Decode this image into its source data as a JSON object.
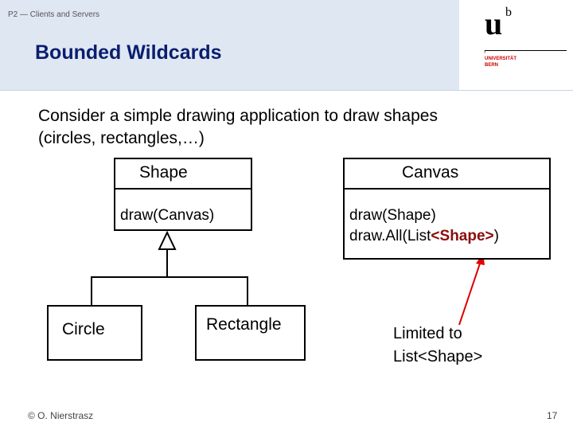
{
  "header": {
    "course": "P2 — Clients and Servers",
    "title": "Bounded Wildcards"
  },
  "logo": {
    "letter_u": "u",
    "letter_b": "b",
    "line1": "UNIVERSITÄT",
    "line2": "BERN"
  },
  "intro": {
    "line1": "Consider a simple drawing application to draw shapes",
    "line2": "(circles, rectangles,…)"
  },
  "diagram": {
    "shape": {
      "name": "Shape",
      "method": "draw(Canvas)"
    },
    "canvas": {
      "name": "Canvas",
      "method1": "draw(Shape)",
      "method2_prefix": "draw.All(List",
      "method2_highlight": "<Shape>",
      "method2_suffix": ")"
    },
    "circle": {
      "name": "Circle"
    },
    "rectangle": {
      "name": "Rectangle"
    },
    "note": {
      "line1": "Limited to",
      "line2": "List<Shape>"
    }
  },
  "footer": {
    "author": "© O. Nierstrasz",
    "page": "17"
  },
  "colors": {
    "title": "#0a1e6e",
    "header_bg": "#dfe7f2",
    "highlight": "#8b0d0d",
    "arrow": "#e00000"
  }
}
